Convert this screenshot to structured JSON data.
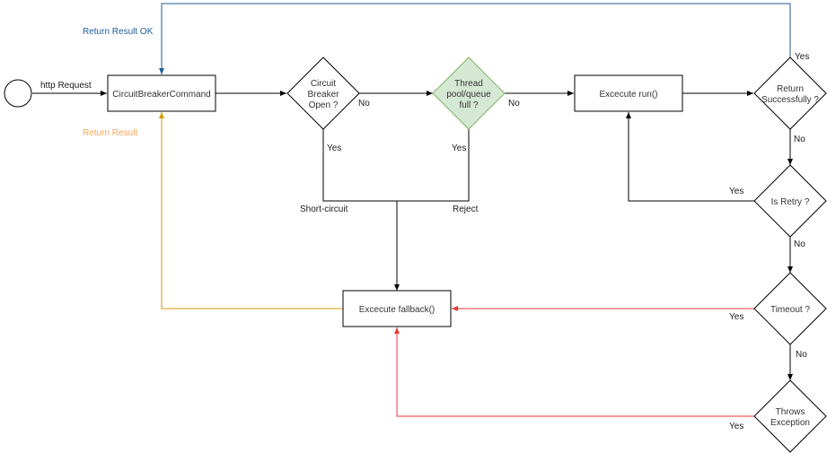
{
  "diagram": {
    "title": "Circuit Breaker Flow",
    "colors": {
      "line": "#000000",
      "ok_path": "#1f5b9a",
      "result_path": "#d79b00",
      "fallback_path": "#e53935",
      "highlight_fill": "#d5e8d4",
      "highlight_stroke": "#82b366"
    },
    "nodes": {
      "start": {
        "label": ""
      },
      "command": {
        "label": "CircuitBreakerCommand"
      },
      "breaker_open": {
        "lines": [
          "Circuit",
          "Breaker",
          "Open ?"
        ]
      },
      "thread_pool": {
        "lines": [
          "Thread",
          "pool/queue",
          "full ?"
        ]
      },
      "run": {
        "label": "Excecute run()"
      },
      "return_ok": {
        "lines": [
          "Return",
          "Successfully ?"
        ]
      },
      "retry": {
        "label": "Is Retry ?"
      },
      "timeout": {
        "label": "Timeout ?"
      },
      "exception": {
        "lines": [
          "Throws",
          "Exception"
        ]
      },
      "fallback": {
        "label": "Excecute fallback()"
      }
    },
    "edge_labels": {
      "http_request": "http Request",
      "return_result_ok": "Return Result OK",
      "return_result": "Return Result",
      "breaker_no": "No",
      "breaker_yes": "Yes",
      "pool_no": "No",
      "pool_yes": "Yes",
      "short_circuit": "Short-circuit",
      "reject": "Reject",
      "success_yes": "Yes",
      "success_no": "No",
      "retry_yes": "Yes",
      "retry_no": "No",
      "timeout_yes": "Yes",
      "timeout_no": "No",
      "exception_yes": "Yes"
    }
  }
}
